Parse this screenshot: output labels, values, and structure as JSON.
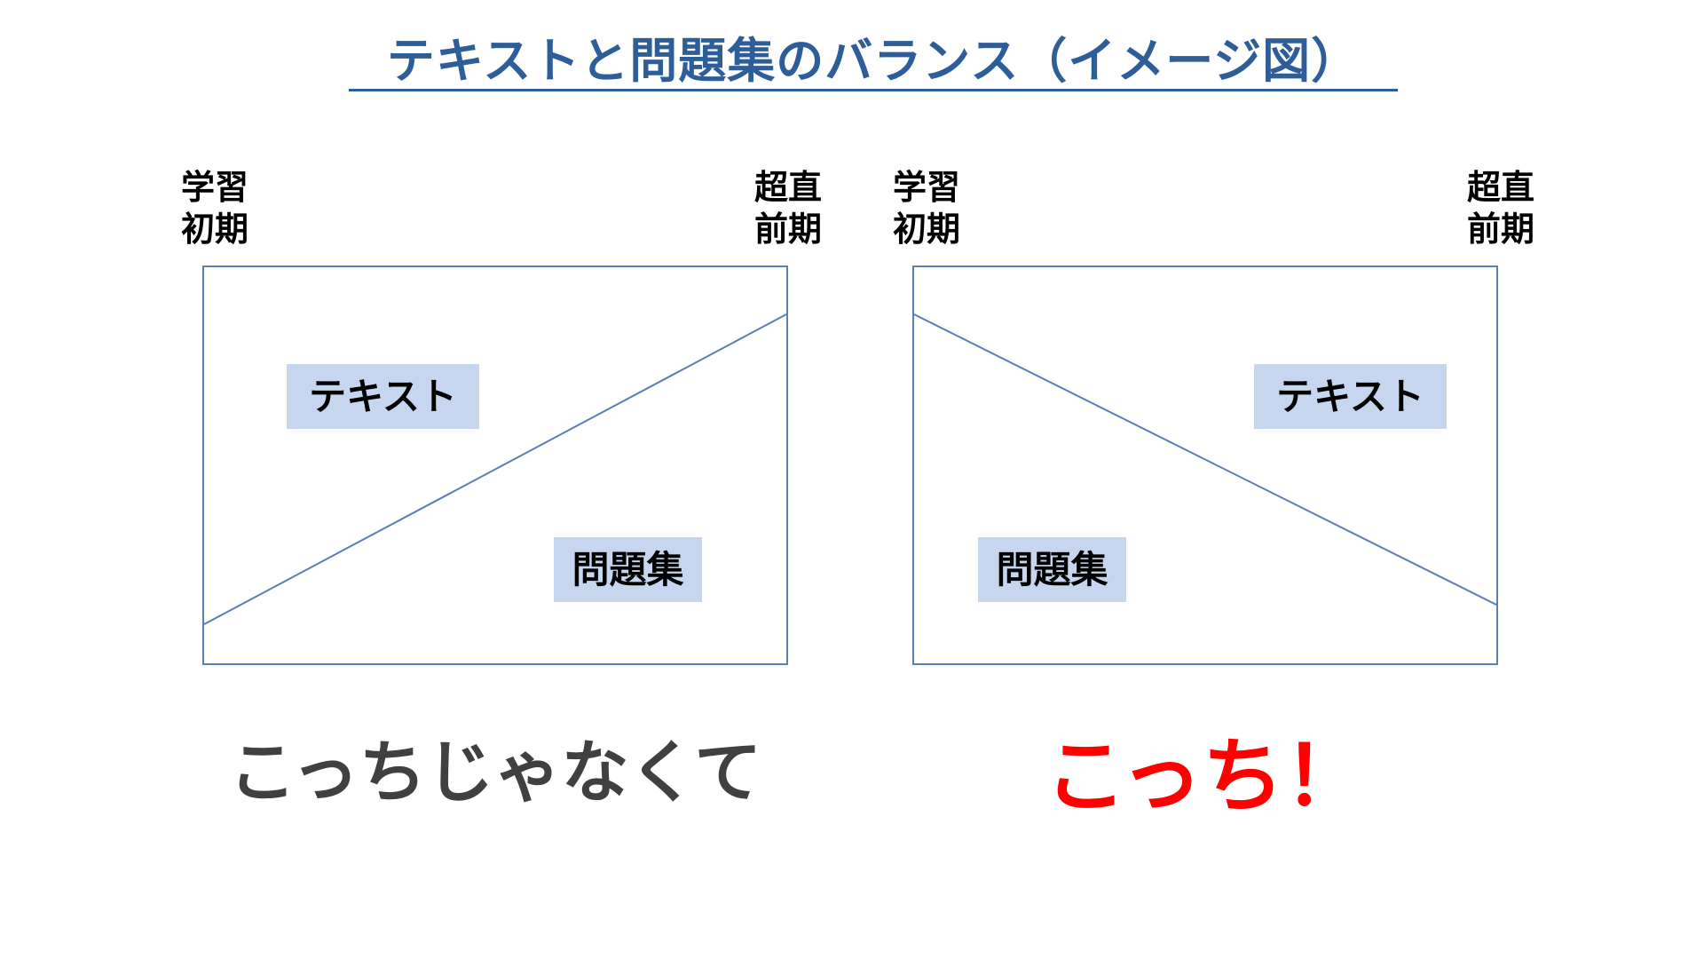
{
  "title": "テキストと問題集のバランス（イメージ図）",
  "colors": {
    "title": "#2e5e99",
    "panel_border": "#5a7fb6",
    "tag_fill": "#c6d6ee",
    "caption_left": "#404040",
    "caption_right": "#ff0000"
  },
  "left_panel": {
    "start_label": "学習\n初期",
    "end_label": "超直\n前期",
    "top_region_label": "テキスト",
    "bottom_region_label": "問題集",
    "caption": "こっちじゃなくて"
  },
  "right_panel": {
    "start_label": "学習\n初期",
    "end_label": "超直\n前期",
    "top_region_label": "テキスト",
    "bottom_region_label": "問題集",
    "caption": "こっち！"
  }
}
